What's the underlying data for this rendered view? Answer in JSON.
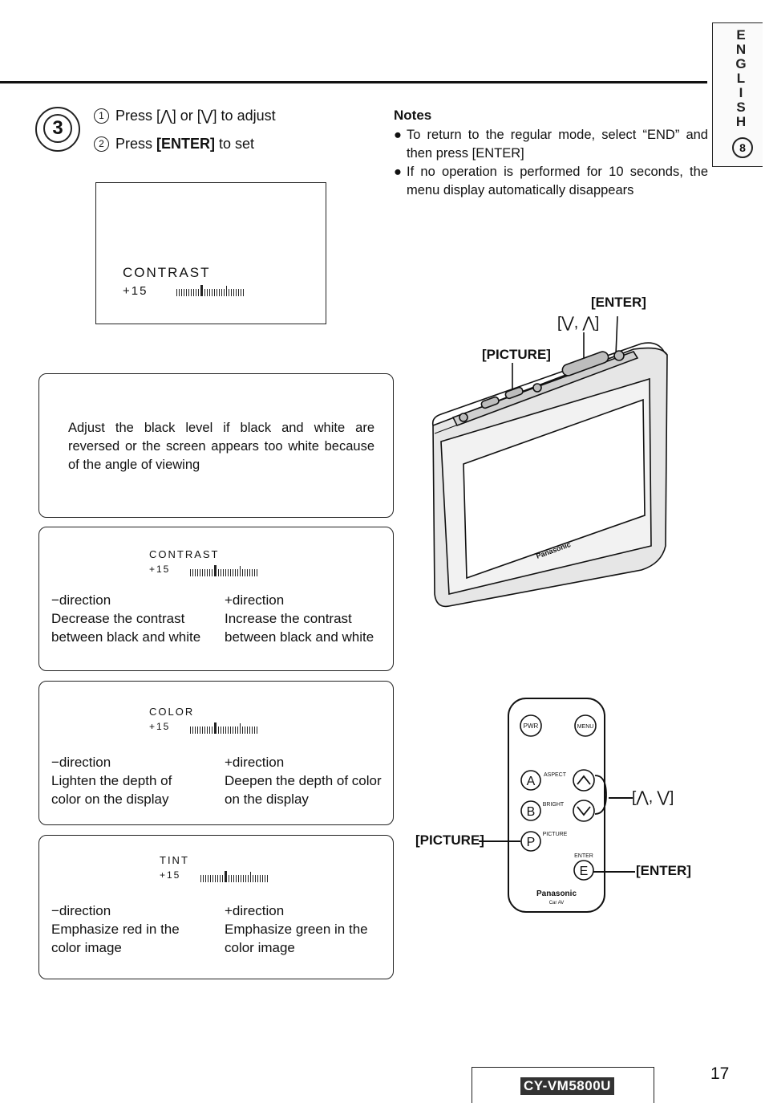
{
  "lang_tab": {
    "letters": "ENGLISH",
    "number": "8"
  },
  "step": {
    "number": "3",
    "line1_num": "1",
    "line1": "Press [⋀] or [⋁] to adjust",
    "line2_num": "2",
    "line2_pre": "Press ",
    "line2_bold": "[ENTER]",
    "line2_post": " to set"
  },
  "screen": {
    "label": "CONTRAST",
    "value": "+15",
    "level": 0.5
  },
  "intro_text": "Adjust the black level if black and white are reversed or the screen appears too white because of the angle of viewing",
  "settings": [
    {
      "label": "CONTRAST",
      "value": "+15",
      "minus_title": "−direction",
      "minus_desc": [
        "Decrease the contrast",
        "between black and white"
      ],
      "plus_title": "+direction",
      "plus_desc": [
        "Increase the contrast",
        "between black and white"
      ]
    },
    {
      "label": "COLOR",
      "value": "+15",
      "minus_title": "−direction",
      "minus_desc": [
        "Lighten the depth of",
        "color on the display"
      ],
      "plus_title": "+direction",
      "plus_desc": [
        "Deepen the depth of color",
        "on the display"
      ]
    },
    {
      "label": "TINT",
      "value": "+15",
      "minus_title": "−direction",
      "minus_desc": [
        "Emphasize red in the",
        "color image"
      ],
      "plus_title": "+direction",
      "plus_desc": [
        "Emphasize green in the",
        "color image"
      ]
    }
  ],
  "notes": {
    "title": "Notes",
    "items": [
      "To return to the regular mode, select “END” and then press [ENTER]",
      "If no operation is performed for 10 seconds, the menu display automatically disappears"
    ]
  },
  "monitor": {
    "enter_label": "[ENTER]",
    "arrows_label": "[⋁, ⋀]",
    "picture_label": "[PICTURE]",
    "brand": "Panasonic"
  },
  "remote": {
    "pwr": "PWR",
    "menu": "MENU",
    "a": "A",
    "aspect": "ASPECT",
    "b": "B",
    "bright": "BRIGHT",
    "p": "P",
    "picture": "PICTURE",
    "e": "E",
    "enter": "ENTER",
    "brand": "Panasonic",
    "sub": "Car AV",
    "picture_label": "[PICTURE]",
    "arrows_label": "[⋀, ⋁]",
    "enter_label": "[ENTER]"
  },
  "footer": {
    "model": "CY-VM5800U",
    "page": "17"
  }
}
